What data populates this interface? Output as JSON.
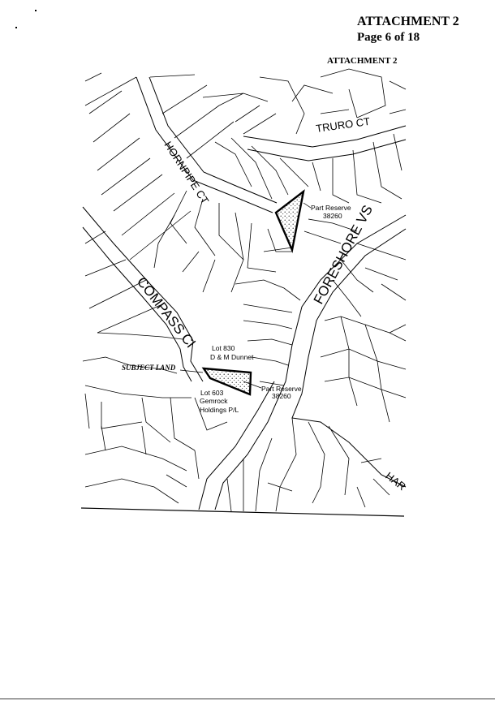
{
  "header": {
    "title": "ATTACHMENT 2",
    "page": "Page 6 of 18",
    "subtitle": "ATTACHMENT 2"
  },
  "map": {
    "streets": {
      "truro": "TRURO CT",
      "hornpipe": "HORNPIPE CT",
      "foreshore": "FORESHORE VS",
      "compass": "COMPASS Cl",
      "harbour_partial": "HAR"
    },
    "reserve_north": {
      "line1": "Part Reserve",
      "line2": "38260"
    },
    "reserve_south": {
      "line1": "Part Reserve",
      "line2": "38260"
    },
    "lot_830": {
      "line1": "Lot 830",
      "line2": "D & M Dunnet"
    },
    "lot_603": {
      "line1": "Lot 603",
      "line2": "Gemrock",
      "line3": "Holdings P/L"
    },
    "subject_land": "SUBJECT LAND"
  }
}
